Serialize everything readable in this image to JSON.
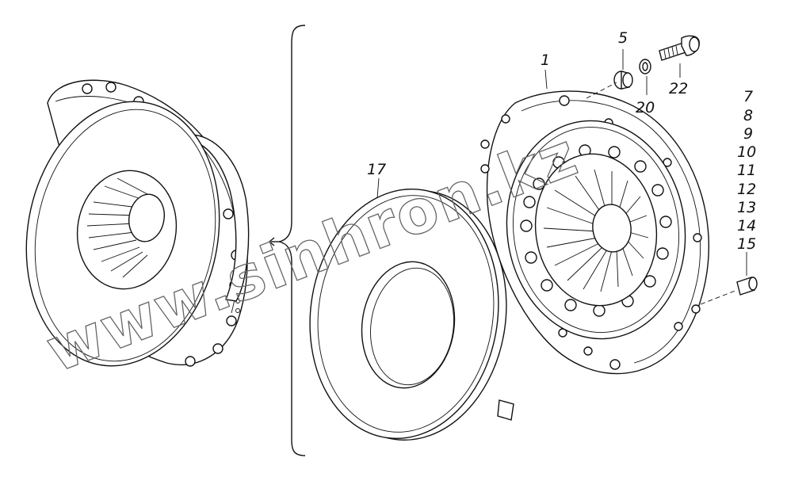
{
  "callouts": {
    "c1": "1",
    "c5": "5",
    "c22": "22",
    "c20": "20",
    "c17": "17",
    "stack": [
      "7",
      "8",
      "9",
      "10",
      "11",
      "12",
      "13",
      "14",
      "15"
    ]
  },
  "watermark": "www.sinhron.kz",
  "colors": {
    "ink": "#111111",
    "watermark": "#666666",
    "background": "#ffffff"
  }
}
